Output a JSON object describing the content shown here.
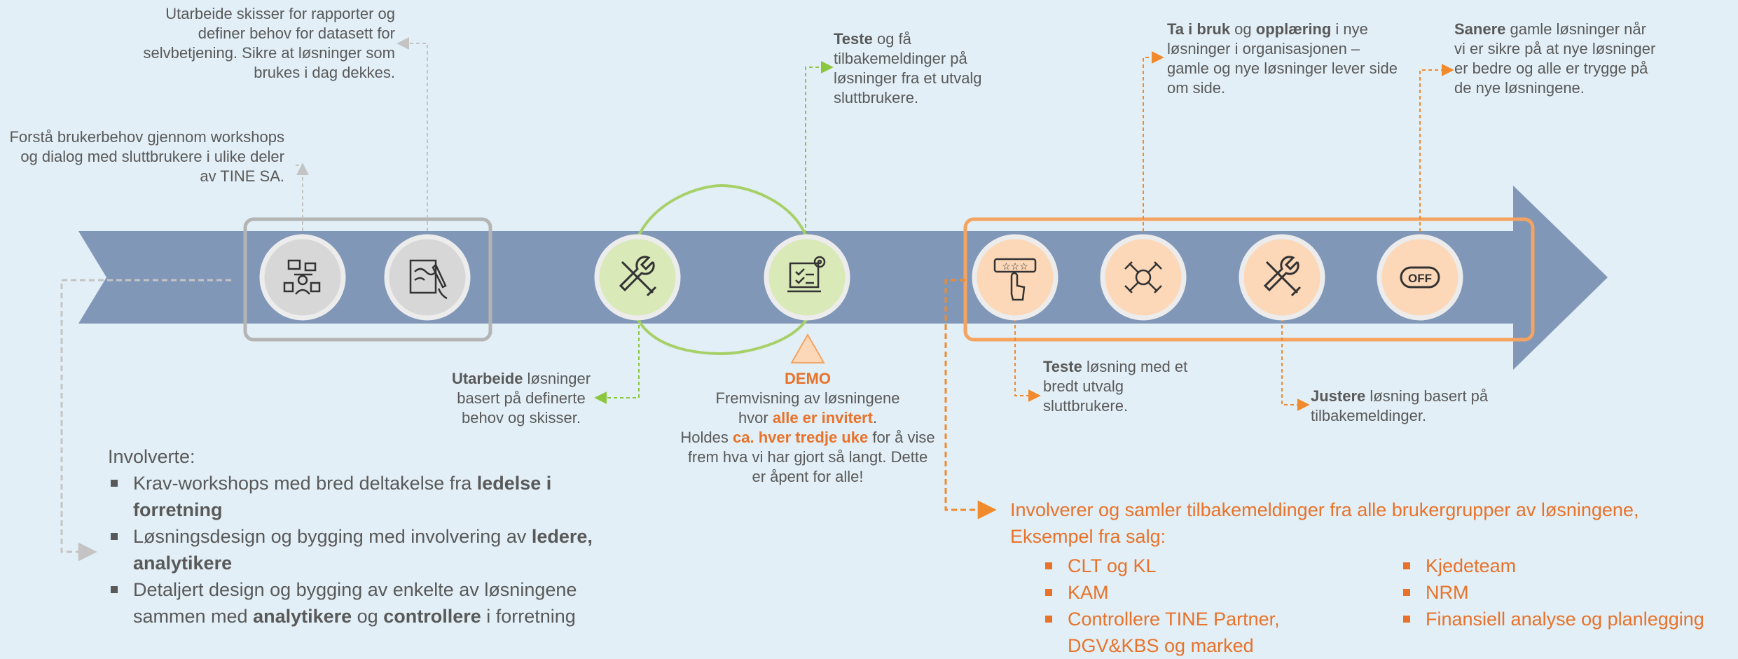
{
  "notes": {
    "utarbeide_skisser": "Utarbeide skisser for rapporter og definer behov for datasett for selvbetjening. Sikre at løsninger som brukes i dag dekkes.",
    "forsta_brukerbehov": "Forstå brukerbehov gjennom workshops og dialog med sluttbrukere i ulike deler av TINE SA.",
    "teste_bold": "Teste",
    "teste_rest": " og få tilbakemeldinger på løsninger fra et utvalg sluttbrukere.",
    "ta_i_bruk_bold": "Ta i bruk",
    "ta_i_bruk_mid": " og ",
    "opplaering_bold": "opplæring",
    "ta_i_bruk_rest": " i nye løsninger i organisasjonen – gamle og nye løsninger lever side om side.",
    "sanere_bold": "Sanere",
    "sanere_rest": " gamle løsninger når vi er sikre på at nye løsninger er bedre og alle er trygge på de nye løsningene.",
    "utarbeide_losninger_bold": "Utarbeide",
    "utarbeide_losninger_rest": " løsninger basert på definerte behov og skisser.",
    "demo_title": "DEMO",
    "demo_line1": "Fremvisning av løsningene",
    "demo_line2a": "hvor ",
    "demo_line2_hl": "alle er invitert",
    "demo_line2b": ".",
    "demo_line3a": "Holdes ",
    "demo_line3_hl": "ca. hver tredje uke",
    "demo_line3b": " for å vise frem hva vi har gjort så langt. Dette er åpent for alle!",
    "teste_losning_bold": "Teste",
    "teste_losning_rest": " løsning med et bredt utvalg sluttbrukere.",
    "justere_bold": "Justere",
    "justere_rest": " løsning basert på tilbakemeldinger."
  },
  "involverte": {
    "title": "Involverte:",
    "items": [
      {
        "pre": "Krav-workshops med bred deltakelse fra ",
        "b1": "ledelse i forretning",
        "mid": "",
        "b2": "",
        "post": ""
      },
      {
        "pre": "Løsningsdesign og bygging med involvering av ",
        "b1": "ledere, analytikere",
        "mid": "",
        "b2": "",
        "post": ""
      },
      {
        "pre": "Detaljert design og bygging av enkelte av løsningene sammen med ",
        "b1": "analytikere",
        "mid": " og ",
        "b2": "controllere",
        "post": " i forretning"
      }
    ]
  },
  "feedback": {
    "title_line1": "Involverer og samler tilbakemeldinger fra alle brukergrupper av løsningene,",
    "title_line2": "Eksempel fra salg:",
    "col1": [
      "CLT og KL",
      "KAM",
      "Controllere TINE Partner, DGV&KBS og marked"
    ],
    "col2": [
      "Kjedeteam",
      "NRM",
      "Finansiell analyse og planlegging"
    ]
  },
  "icons": {
    "off_label": "OFF"
  },
  "colors": {
    "background": "#e2eff6",
    "arrow": "#8097b8",
    "grey_box": "#b4b4b4",
    "green": "#a8d068",
    "green_fill": "#d9e9b8",
    "orange": "#f4a460",
    "orange_fill": "#fcd8b8",
    "accent_text": "#e8722a",
    "text": "#595959"
  }
}
